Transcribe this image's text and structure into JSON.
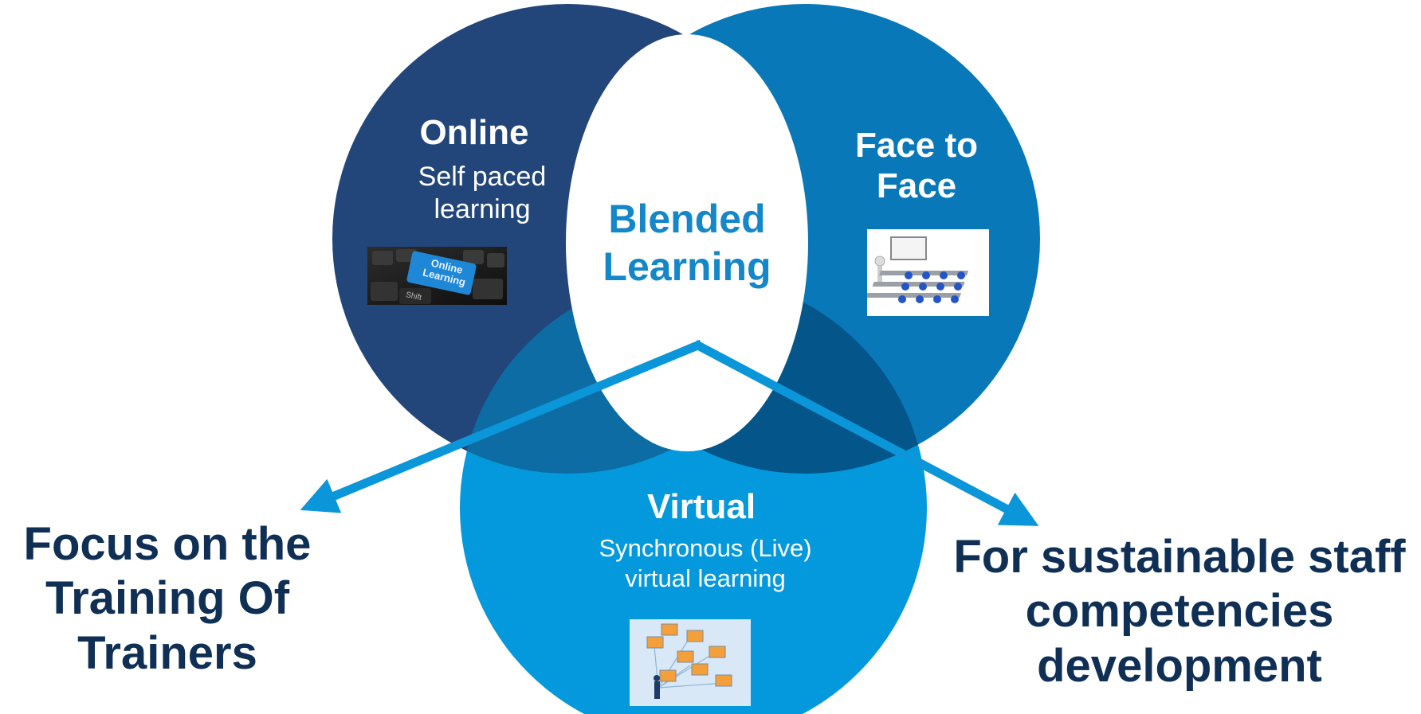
{
  "circles": {
    "online": {
      "title": "Online",
      "subtitle": "Self paced learning",
      "color": "#22467a"
    },
    "face_to_face": {
      "title": "Face to Face",
      "color": "#0878b8"
    },
    "virtual": {
      "title": "Virtual",
      "subtitle": "Synchronous (Live) virtual learning",
      "color": "#0499dc"
    }
  },
  "center": {
    "title": "Blended Learning"
  },
  "outcomes": {
    "left": "Focus on the Training Of Trainers",
    "right": "For sustainable staff competencies development"
  },
  "images": {
    "online_keyboard_text": "Online Learning",
    "online_keyboard_key": "Shift"
  },
  "colors": {
    "arrow": "#0a96d8",
    "overlap_online_virtual": "#0c6ca3",
    "overlap_face_virtual": "#04568a",
    "center_fill": "#ffffff",
    "blended_text": "#1487c8",
    "outcome_text": "#0f2f55"
  }
}
